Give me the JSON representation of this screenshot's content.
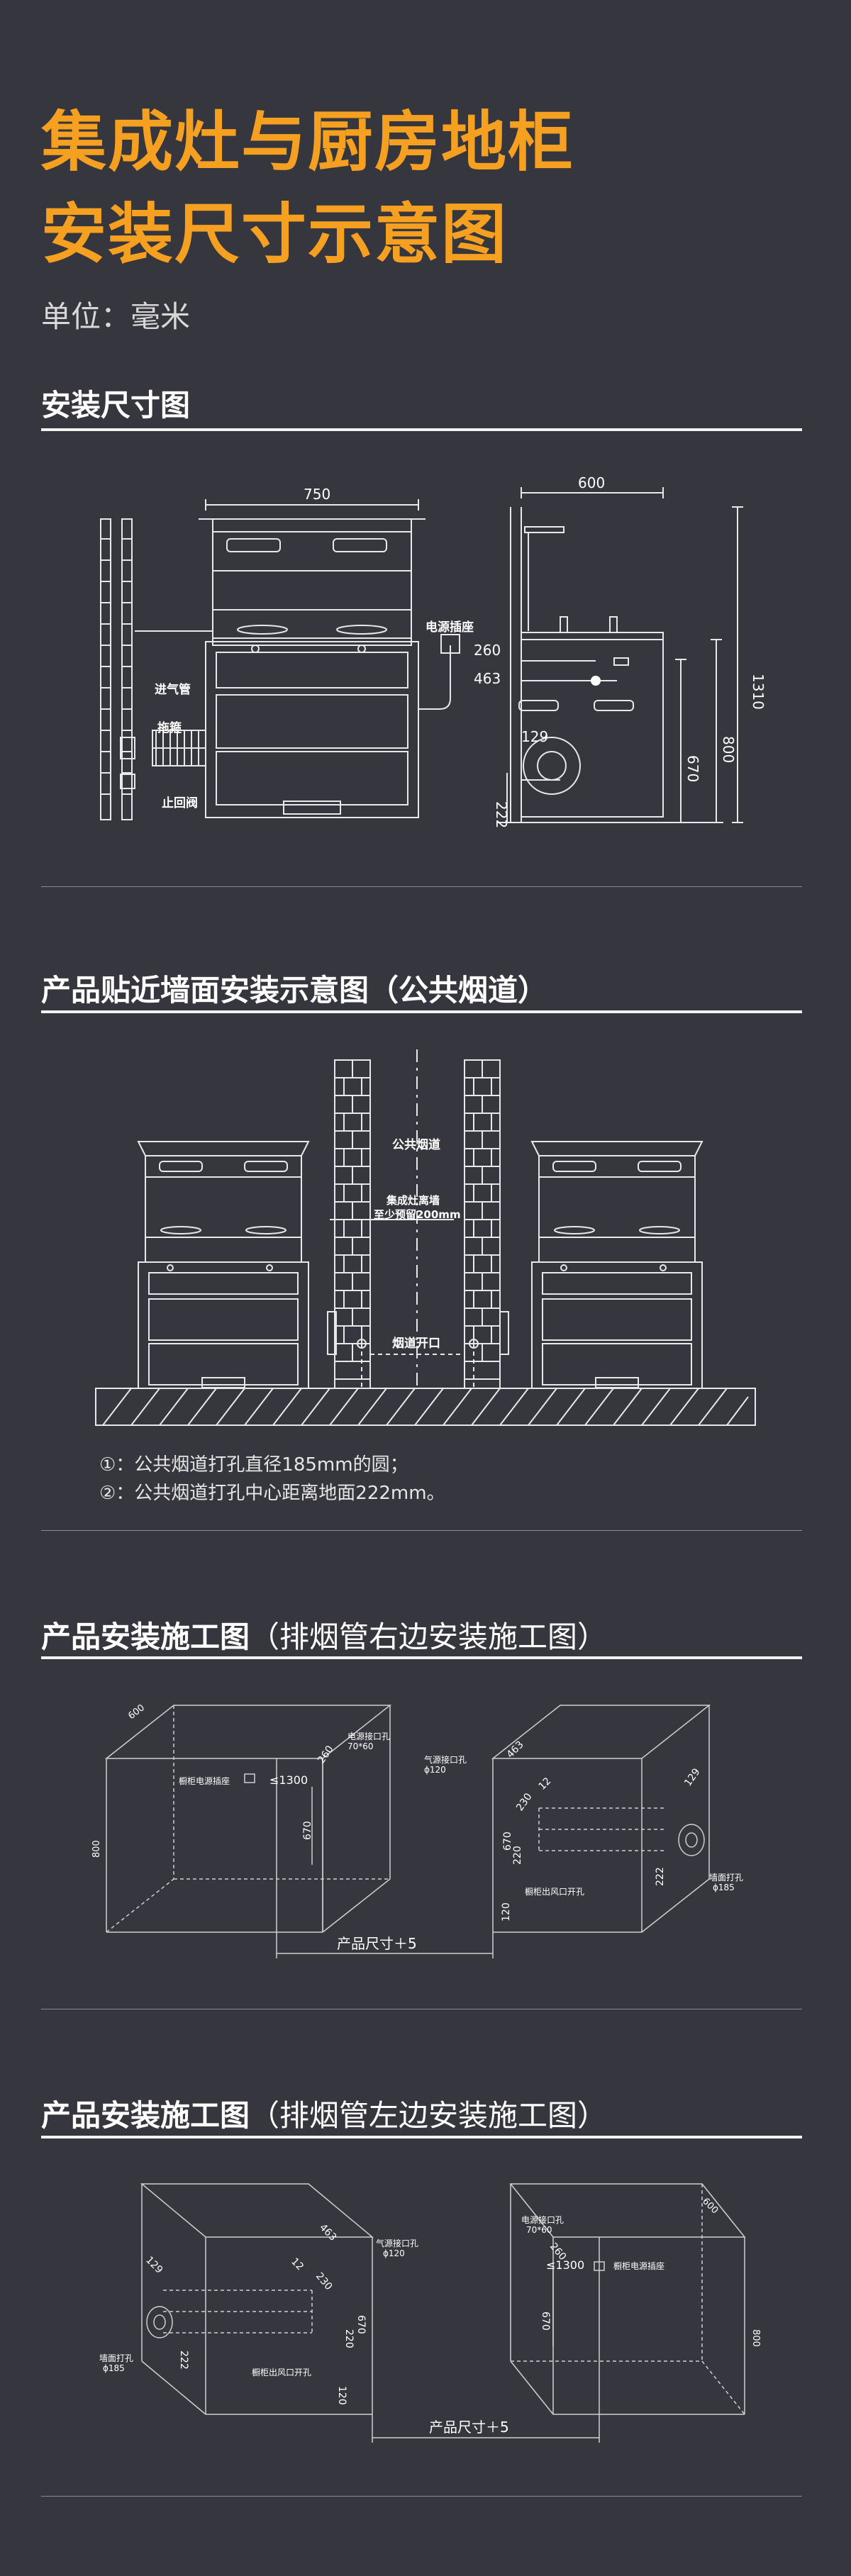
{
  "header": {
    "title_line1": "集成灶与厨房地柜",
    "title_line2": "安装尺寸示意图",
    "unit": "单位：毫米"
  },
  "section1": {
    "title": "安装尺寸图",
    "dims": {
      "width": "750",
      "depth": "600",
      "total_height": "1310",
      "counter_height": "800",
      "d260": "260",
      "d463": "463",
      "d670": "670",
      "d129": "129",
      "d222": "222"
    },
    "labels": {
      "socket": "电源插座",
      "inlet_pipe": "进气管",
      "hose": "拖箍",
      "valve": "止回阀"
    }
  },
  "section2": {
    "title": "产品贴近墙面安装示意图（公共烟道）",
    "labels": {
      "flue": "公共烟道",
      "distance_line1": "集成灶离墙",
      "distance_line2": "至少预留200mm",
      "flue_opening": "烟道开口"
    },
    "notes": [
      "①：公共烟道打孔直径185mm的圆；",
      "②：公共烟道打孔中心距离地面222mm。"
    ]
  },
  "section3": {
    "title_bold": "产品安装施工图",
    "title_sub": "（排烟管右边安装施工图）",
    "labels": {
      "d600": "600",
      "d800": "800",
      "cabinet_socket": "橱柜电源插座",
      "le1300": "≤1300",
      "socket_hole_line1": "电源接口孔",
      "socket_hole_line2": "70*60",
      "d260": "260",
      "d670": "670",
      "gas_hole_line1": "气源接口孔",
      "gas_hole_line2": "ϕ120",
      "d463": "463",
      "d12": "12",
      "d230": "230",
      "d220": "220",
      "d120": "120",
      "d129": "129",
      "d222": "222",
      "vent_hole": "橱柜出风口开孔",
      "wall_hole_line1": "墙面打孔",
      "wall_hole_line2": "ϕ185",
      "width_plus": "产品尺寸＋5"
    }
  },
  "section4": {
    "title_bold": "产品安装施工图",
    "title_sub": "（排烟管左边安装施工图）",
    "labels": {
      "d600": "600",
      "d800": "800",
      "cabinet_socket": "橱柜电源插座",
      "le1300": "≤1300",
      "socket_hole_line1": "电源接口孔",
      "socket_hole_line2": "70*60",
      "d260": "260",
      "d670": "670",
      "gas_hole_line1": "气源接口孔",
      "gas_hole_line2": "ϕ120",
      "d463": "463",
      "d12": "12",
      "d230": "230",
      "d220": "220",
      "d120": "120",
      "d129": "129",
      "d222": "222",
      "vent_hole": "橱柜出风口开孔",
      "wall_hole_line1": "墙面打孔",
      "wall_hole_line2": "ϕ185",
      "width_plus": "产品尺寸＋5"
    }
  },
  "colors": {
    "background": "#36363e",
    "accent": "#f5a020",
    "line": "#e8e8e8"
  }
}
